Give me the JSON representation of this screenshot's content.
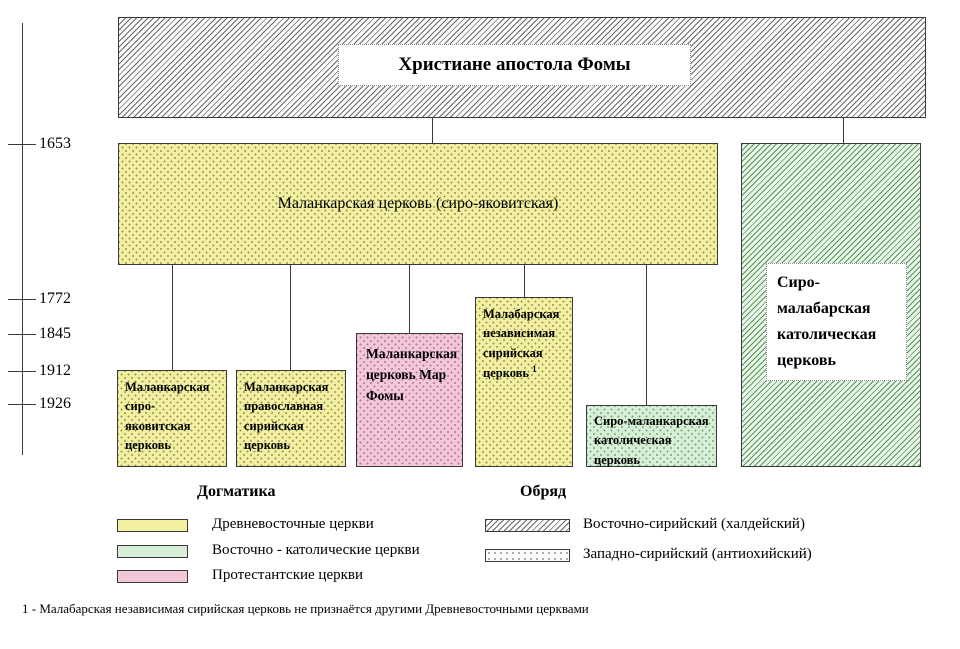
{
  "title_box": {
    "label": "Христиане апостола Фомы"
  },
  "timeline": {
    "years": [
      "1653",
      "1772",
      "1845",
      "1912",
      "1926"
    ]
  },
  "boxes": {
    "malankara_main": {
      "label": "Маланкарская церковь (сиро-яковитская)"
    },
    "syro_malabar_catholic": {
      "label": "Сиро-малабарская католическая церковь"
    },
    "malankara_syro_jacobite": {
      "label": "Маланкарская сиро-яковитская церковь"
    },
    "malankara_orthodox_syrian": {
      "label": "Маланкарская православная сирийская церковь"
    },
    "mar_thoma": {
      "label": "Маланкарская церковь Мар Фомы"
    },
    "malabar_independent_syrian": {
      "label": "Малабарская независимая сирийская церковь",
      "footnote_marker": "1"
    },
    "syro_malankara_catholic": {
      "label": "Сиро-маланкарская католическая церковь"
    }
  },
  "legend": {
    "dogmatics_heading": "Догматика",
    "rite_heading": "Обряд",
    "dogmatics_items": [
      {
        "label": "Древневосточные церкви",
        "color": "#F2EFA0"
      },
      {
        "label": "Восточно - католические церкви",
        "color": "#D6EFD6"
      },
      {
        "label": "Протестантские церкви",
        "color": "#F3C7DA"
      }
    ],
    "rite_items": [
      {
        "label": "Восточно-сирийский (халдейский)",
        "pattern": "diagonal-hatch"
      },
      {
        "label": "Западно-сирийский (антиохийский)",
        "pattern": "dots"
      }
    ]
  },
  "footnote": "1 - Малабарская независимая сирийская церковь не признаётся другими Древневосточными церквами",
  "colors": {
    "ancient_eastern_churches": "#F2EFA0",
    "eastern_catholic_churches": "#D6EFD6",
    "protestant_churches": "#F3C7DA",
    "green_hatch": "#2E7D32",
    "line": "#3A3A3A"
  }
}
